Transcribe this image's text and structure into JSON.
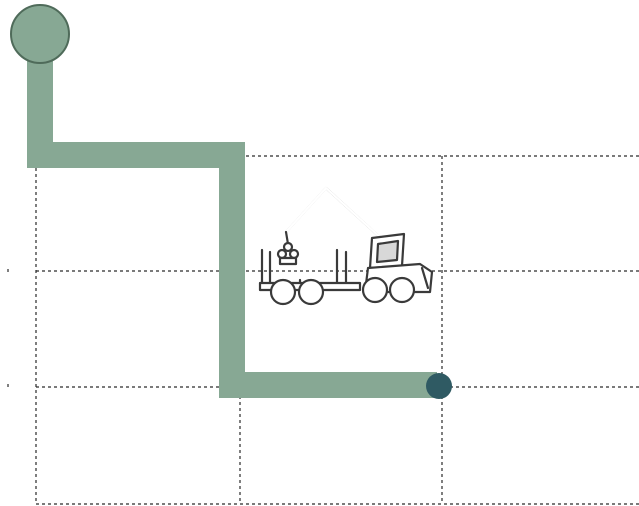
{
  "diagram": {
    "type": "route-on-grid",
    "colors": {
      "path": "#87a894",
      "start_node": "#87a894",
      "start_node_stroke": "#4f6b5a",
      "end_node": "#2f5a63",
      "grid": "#2a2a2a",
      "machine_stroke": "#3a3a3a"
    },
    "grid": {
      "rows": 3,
      "cols": 3,
      "style": "dashed"
    },
    "icon": "forestry-forwarder-icon"
  }
}
